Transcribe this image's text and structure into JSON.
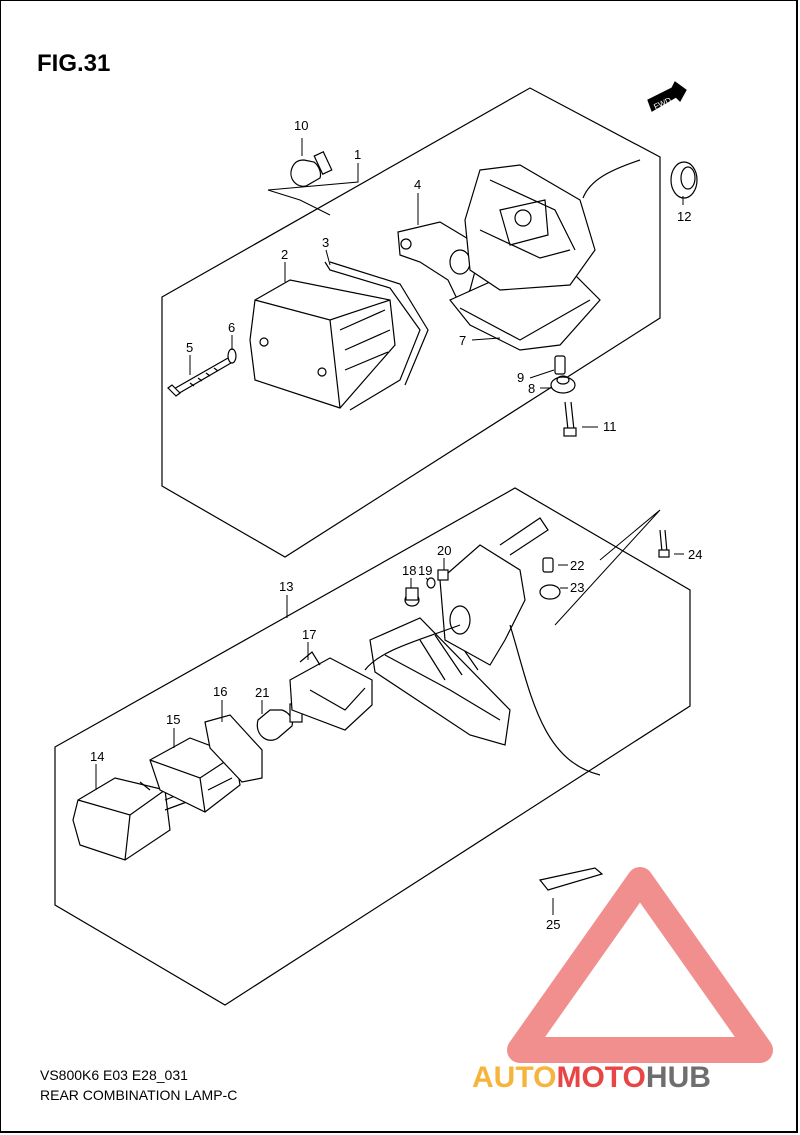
{
  "figure": {
    "title": "FIG.31"
  },
  "direction_tag": "FWD",
  "footer": {
    "code": "VS800K6 E03 E28_031",
    "name": "REAR COMBINATION LAMP-C"
  },
  "callouts": [
    "1",
    "2",
    "3",
    "4",
    "5",
    "6",
    "7",
    "8",
    "9",
    "10",
    "11",
    "12",
    "13",
    "14",
    "15",
    "16",
    "17",
    "18",
    "19",
    "20",
    "21",
    "22",
    "23",
    "24",
    "25"
  ],
  "watermark": {
    "brand_part1": "AUTO",
    "brand_part2": "MOTO",
    "brand_part3": "HUB",
    "color_red": "#e84545",
    "color_orange": "#f5b53c",
    "color_gray": "#6e6e6e"
  }
}
